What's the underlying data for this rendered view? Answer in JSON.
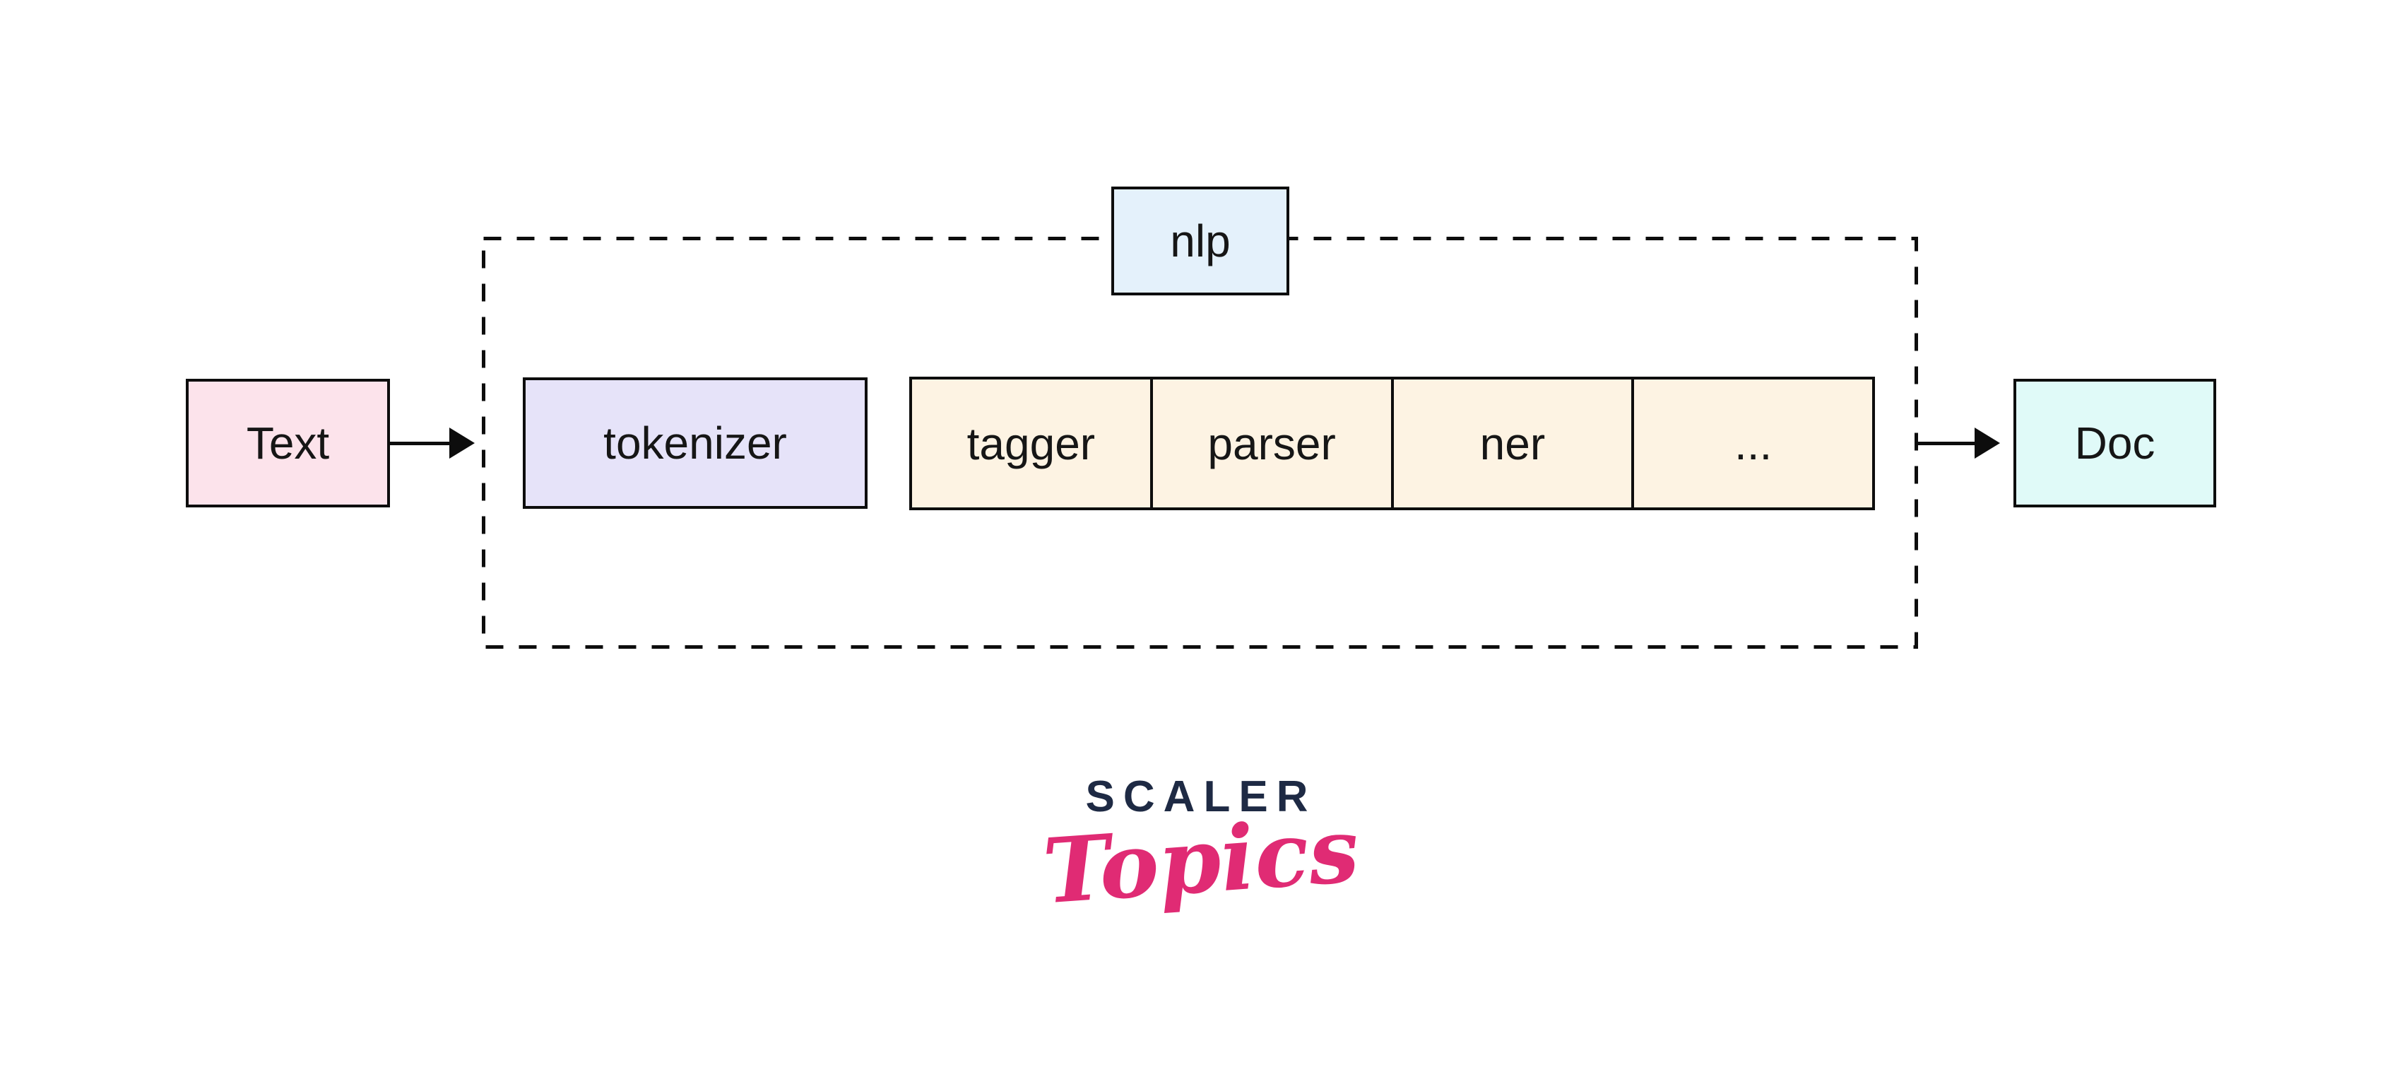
{
  "diagram": {
    "container": {
      "label": "nlp",
      "box_fill": "#e4f1fb",
      "border_color": "#0d0d0d"
    },
    "nodes": {
      "input": {
        "label": "Text",
        "fill": "#fce3eb"
      },
      "tokenizer": {
        "label": "tokenizer",
        "fill": "#e6e3f9"
      },
      "output": {
        "label": "Doc",
        "fill": "#e0faf8"
      }
    },
    "pipeline": {
      "fill": "#fdf3e3",
      "cells": [
        {
          "label": "tagger"
        },
        {
          "label": "parser"
        },
        {
          "label": "ner"
        },
        {
          "label": "..."
        }
      ]
    }
  },
  "logo": {
    "brand": "SCALER",
    "product": "Topics",
    "brand_color": "#1e2a44",
    "product_color": "#e02b74"
  }
}
